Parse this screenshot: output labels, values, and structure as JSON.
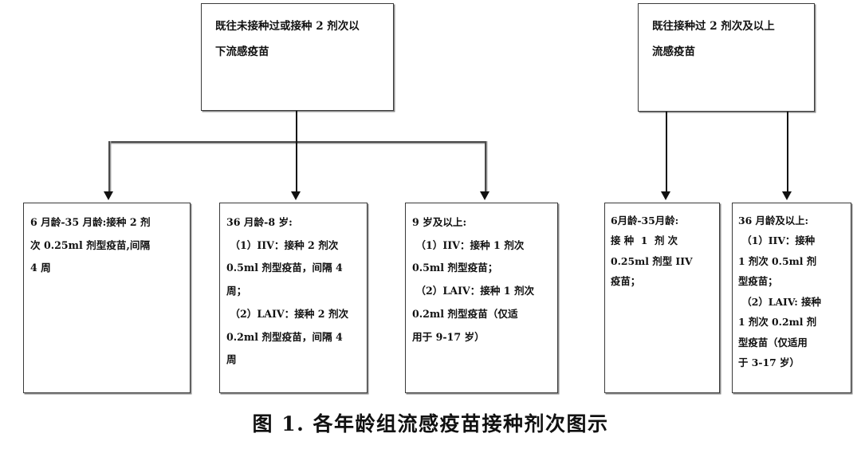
{
  "figure": {
    "caption": "图 1. 各年龄组流感疫苗接种剂次图示",
    "line_color": "#111111",
    "box_border_color": "#3a3a3a",
    "background": "#ffffff"
  },
  "branches": [
    {
      "id": "branch-no-or-under-two-doses",
      "parent": {
        "name": "parent-box-left",
        "text": "既往未接种过或接种 2 剂次以\n下流感疫苗"
      },
      "children": [
        {
          "name": "leaf-box-6m-35m-left",
          "text": "6 月龄-35 月龄:接种 2 剂\n次 0.25ml 剂型疫苗,间隔\n4 周"
        },
        {
          "name": "leaf-box-36m-8y",
          "text": "36 月龄-8 岁:\n （1）IIV：接种 2 剂次\n0.5ml 剂型疫苗，间隔 4\n周；\n （2）LAIV：接种 2 剂次\n0.2ml 剂型疫苗，间隔 4\n周"
        },
        {
          "name": "leaf-box-9y-and-above",
          "text": "9 岁及以上:\n （1）IIV：接种 1 剂次\n0.5ml 剂型疫苗；\n （2）LAIV：接种 1 剂次\n0.2ml 剂型疫苗（仅适\n用于 9-17 岁）"
        }
      ]
    },
    {
      "id": "branch-two-or-more-doses",
      "parent": {
        "name": "parent-box-right",
        "text": "既往接种过 2 剂次及以上\n流感疫苗"
      },
      "children": [
        {
          "name": "leaf-box-6m-35m-right",
          "text": "6月龄-35月龄:\n接 种  1  剂 次\n0.25ml 剂型 IIV\n疫苗；"
        },
        {
          "name": "leaf-box-36m-and-above",
          "text": "36 月龄及以上:\n （1）IIV：接种\n1 剂次 0.5ml 剂\n型疫苗；\n （2）LAIV: 接种\n1 剂次 0.2ml 剂\n型疫苗（仅适用\n于 3-17 岁）"
        }
      ]
    }
  ]
}
